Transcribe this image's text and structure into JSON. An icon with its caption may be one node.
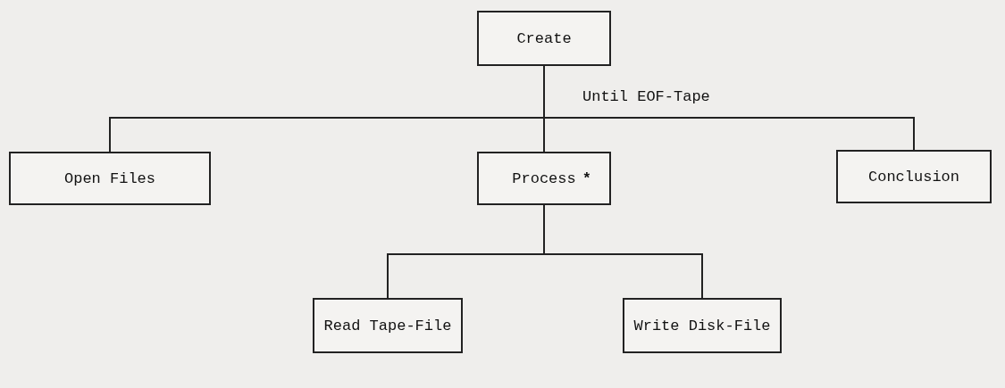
{
  "diagram": {
    "nodes": [
      {
        "text": [
          "Create"
        ]
      },
      {
        "text": [
          "Open Files"
        ]
      },
      {
        "text": [
          "Process",
          "*"
        ]
      },
      {
        "text": [
          "Conclusion"
        ]
      },
      {
        "text": [
          "Read Tape-File"
        ]
      },
      {
        "text": [
          "Write Disk-File"
        ]
      }
    ],
    "edges": [
      {
        "from": 0,
        "to": 1,
        "arrow": "none"
      },
      {
        "from": 0,
        "to": 2,
        "arrow": "none",
        "label": "Until EOF-Tape"
      },
      {
        "from": 0,
        "to": 3,
        "arrow": "none"
      },
      {
        "from": 2,
        "to": 4,
        "arrow": "none"
      },
      {
        "from": 2,
        "to": 5,
        "arrow": "none"
      }
    ]
  }
}
